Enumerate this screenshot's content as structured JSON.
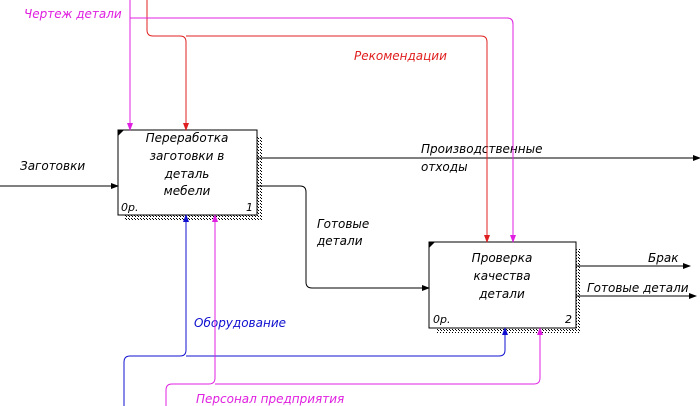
{
  "colors": {
    "black": "#000000",
    "red": "#e02020",
    "magenta": "#e020e0",
    "blue": "#1010d0"
  },
  "labels": {
    "drawing": "Чертеж детали",
    "recommendations": "Рекомендации",
    "blanks": "Заготовки",
    "production_waste_1": "Производственные",
    "production_waste_2": "отходы",
    "finished_parts_1": "Готовые",
    "finished_parts_2": "детали",
    "defect": "Брак",
    "finished_parts_out": "Готовые детали",
    "equipment": "Оборудование",
    "personnel": "Персонал предприятия"
  },
  "box1": {
    "lines": [
      "Переработка",
      "заготовки в",
      "деталь",
      "мебели"
    ],
    "cost": "0р.",
    "number": "1"
  },
  "box2": {
    "lines": [
      "Проверка",
      "качества",
      "детали"
    ],
    "cost": "0р.",
    "number": "2"
  }
}
